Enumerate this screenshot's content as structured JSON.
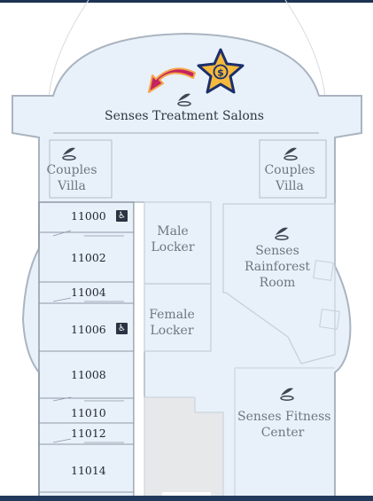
{
  "colors": {
    "water_fill": "#e8f1fa",
    "wall_stroke": "#aab4c0",
    "header_bar": "#1c3354",
    "star_fill": "#f6b93b",
    "star_stroke": "#1b2f6b",
    "arrow_fill": "#c4245f",
    "arrow_stroke": "#f4a54a",
    "icon_color": "#3c4652",
    "accessible_badge": "#2a3442"
  },
  "spaces": {
    "treatment_salons": "Senses  Treatment Salons",
    "couples_villa_left": [
      "Couples",
      "Villa"
    ],
    "couples_villa_right": [
      "Couples",
      "Villa"
    ],
    "male_locker": [
      "Male",
      "Locker"
    ],
    "female_locker": [
      "Female",
      "Locker"
    ],
    "rainforest_room": [
      "Senses",
      "Rainforest",
      "Room"
    ],
    "fitness_center": [
      "Senses Fitness",
      "Center"
    ]
  },
  "cabins": [
    "11000",
    "11002",
    "11004",
    "11006",
    "11008",
    "11010",
    "11012",
    "11014"
  ],
  "accessible_cabins": [
    "11000",
    "11006"
  ],
  "icons": {
    "spa": "spa-lotus-icon",
    "accessible": "wheelchair-icon",
    "marker": "star-dollar-icon",
    "direction": "curved-arrow-icon"
  },
  "marker_symbol": "$",
  "accessible_symbol": "♿"
}
